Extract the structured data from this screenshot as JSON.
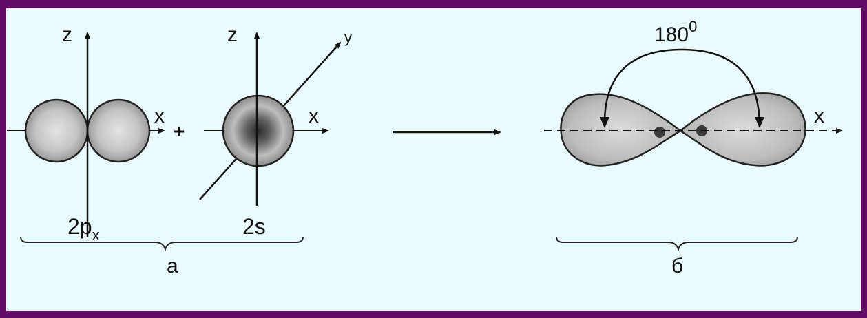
{
  "panel_a": {
    "px_orbital": {
      "axis_z": "z",
      "axis_x": "x",
      "label_main": "2p",
      "label_sub": "x"
    },
    "plus_sign": "+",
    "s_orbital": {
      "axis_z": "z",
      "axis_x": "x",
      "axis_y": "y",
      "label": "2s"
    },
    "brace_label": "a"
  },
  "panel_b": {
    "angle_base": "180",
    "angle_sup": "0",
    "axis_x": "x",
    "brace_label": "б"
  },
  "colors": {
    "background": "#eafbff",
    "border": "#5f0b63",
    "ink": "#111111",
    "orbital_fill": "#a9a9a9"
  }
}
